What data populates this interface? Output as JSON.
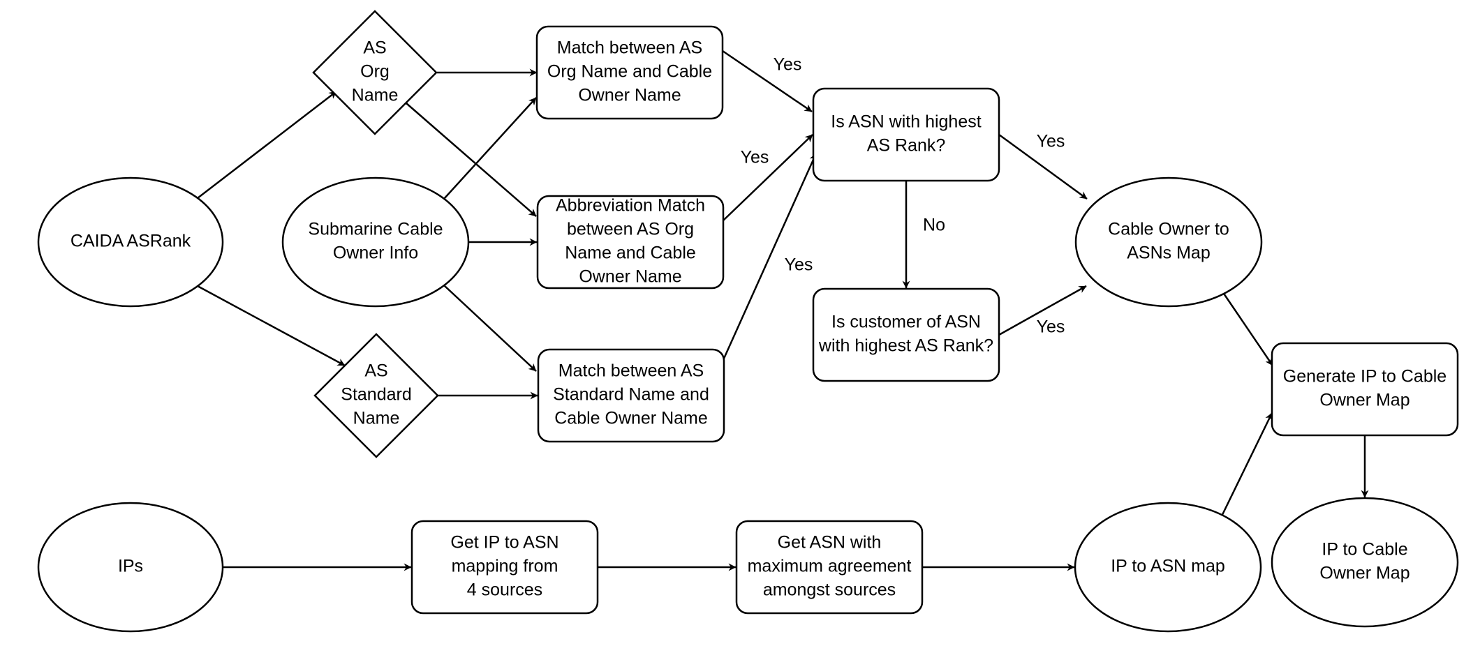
{
  "nodes": {
    "caida": {
      "shape": "ellipse",
      "lines": [
        "CAIDA ASRank"
      ]
    },
    "as_org_name": {
      "shape": "diamond",
      "lines": [
        "AS",
        "Org",
        "Name"
      ]
    },
    "submarine": {
      "shape": "ellipse",
      "lines": [
        "Submarine Cable",
        "Owner Info"
      ]
    },
    "as_std_name": {
      "shape": "diamond",
      "lines": [
        "AS",
        "Standard",
        "Name"
      ]
    },
    "match_org": {
      "shape": "rect",
      "lines": [
        "Match between AS",
        "Org Name and Cable",
        "Owner Name"
      ]
    },
    "abbrev": {
      "shape": "rect",
      "lines": [
        "Abbreviation Match",
        "between AS Org",
        "Name and Cable",
        "Owner Name"
      ]
    },
    "match_std": {
      "shape": "rect",
      "lines": [
        "Match between AS",
        "Standard Name and",
        "Cable Owner Name"
      ]
    },
    "highest_rank": {
      "shape": "rect",
      "lines": [
        "Is ASN with highest",
        "AS Rank?"
      ]
    },
    "customer": {
      "shape": "rect",
      "lines": [
        "Is customer of ASN",
        "with highest AS Rank?"
      ]
    },
    "owner_map": {
      "shape": "ellipse",
      "lines": [
        "Cable Owner to",
        "ASNs Map"
      ]
    },
    "generate": {
      "shape": "rect",
      "lines": [
        "Generate IP to Cable",
        "Owner Map"
      ]
    },
    "ip_cable_map": {
      "shape": "ellipse",
      "lines": [
        "IP to Cable",
        "Owner Map"
      ]
    },
    "ips": {
      "shape": "ellipse",
      "lines": [
        "IPs"
      ]
    },
    "get_ip_asn": {
      "shape": "rect",
      "lines": [
        "Get IP to ASN",
        "mapping from",
        "4 sources"
      ]
    },
    "get_asn_max": {
      "shape": "rect",
      "lines": [
        "Get ASN with",
        "maximum agreement",
        "amongst sources"
      ]
    },
    "ip_asn_map": {
      "shape": "ellipse",
      "lines": [
        "IP to ASN map"
      ]
    }
  },
  "edges": [
    {
      "from": "caida",
      "to": "as_org_name",
      "label": ""
    },
    {
      "from": "caida",
      "to": "as_std_name",
      "label": ""
    },
    {
      "from": "as_org_name",
      "to": "match_org",
      "label": ""
    },
    {
      "from": "as_org_name",
      "to": "abbrev",
      "label": ""
    },
    {
      "from": "submarine",
      "to": "match_org",
      "label": ""
    },
    {
      "from": "submarine",
      "to": "abbrev",
      "label": ""
    },
    {
      "from": "submarine",
      "to": "match_std",
      "label": ""
    },
    {
      "from": "as_std_name",
      "to": "match_std",
      "label": ""
    },
    {
      "from": "match_org",
      "to": "highest_rank",
      "label": "Yes"
    },
    {
      "from": "abbrev",
      "to": "highest_rank",
      "label": "Yes"
    },
    {
      "from": "match_std",
      "to": "highest_rank",
      "label": "Yes"
    },
    {
      "from": "highest_rank",
      "to": "owner_map",
      "label": "Yes"
    },
    {
      "from": "highest_rank",
      "to": "customer",
      "label": "No"
    },
    {
      "from": "customer",
      "to": "owner_map",
      "label": "Yes"
    },
    {
      "from": "owner_map",
      "to": "generate",
      "label": ""
    },
    {
      "from": "generate",
      "to": "ip_cable_map",
      "label": ""
    },
    {
      "from": "ips",
      "to": "get_ip_asn",
      "label": ""
    },
    {
      "from": "get_ip_asn",
      "to": "get_asn_max",
      "label": ""
    },
    {
      "from": "get_asn_max",
      "to": "ip_asn_map",
      "label": ""
    },
    {
      "from": "ip_asn_map",
      "to": "generate",
      "label": ""
    }
  ]
}
